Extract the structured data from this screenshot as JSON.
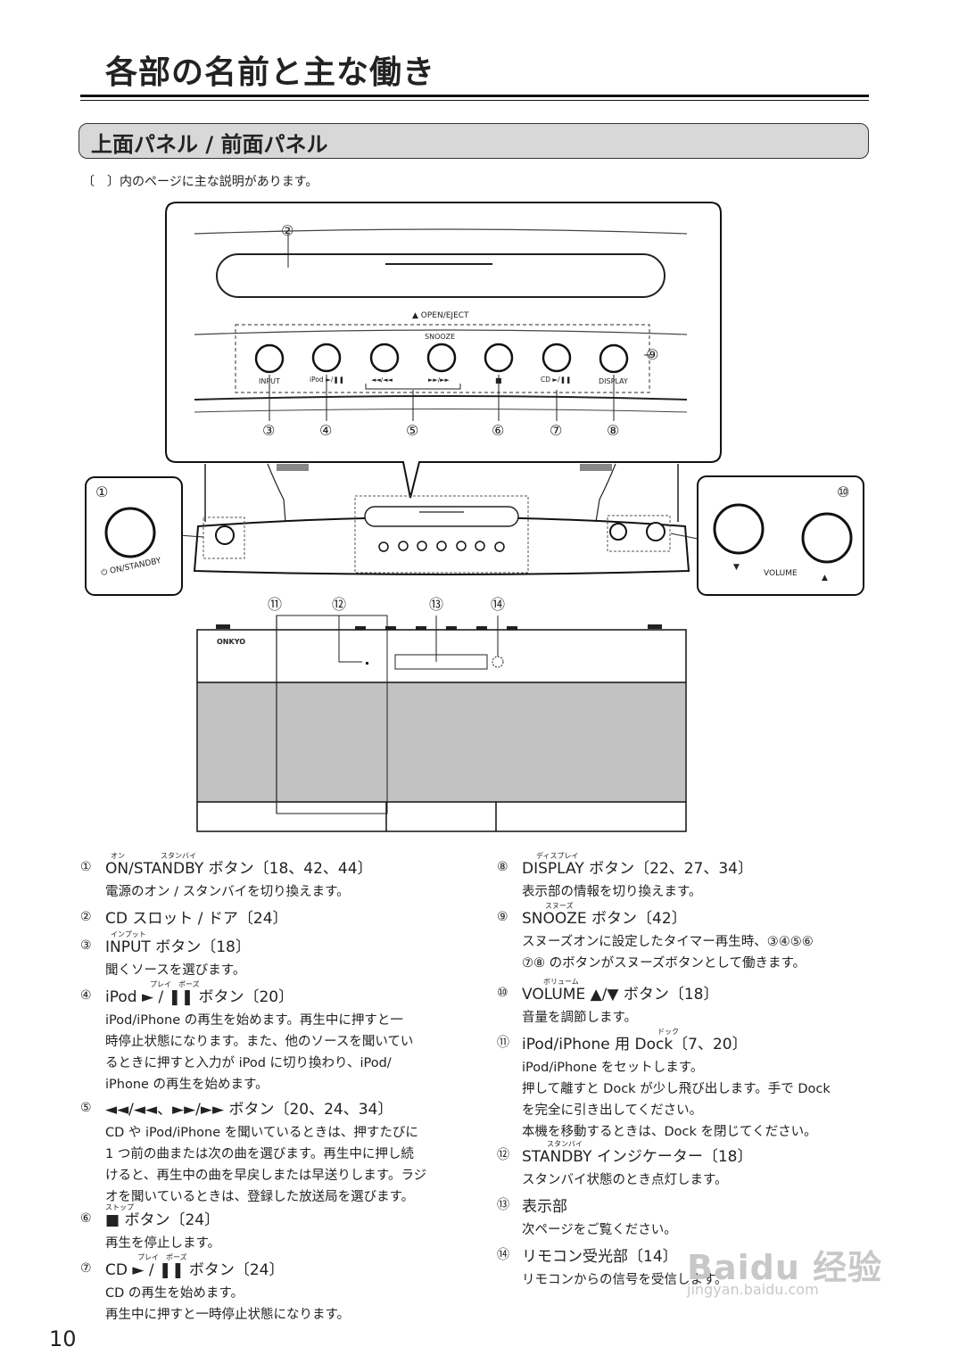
{
  "page_title": "各部の名前と主な働き",
  "section_title": "上面パネル / 前面パネル",
  "intro": "〔　〕内のページに主な説明があります。",
  "diagram": {
    "open_eject": "▲ OPEN/EJECT",
    "snooze": "SNOOZE",
    "buttons": [
      "INPUT",
      "iPod ►/❚❚",
      "◄◄/◄◄",
      "►►/►►",
      "■",
      "CD ►/❚❚",
      "DISPLAY"
    ],
    "on_standby": "⏻ ON/STANDBY",
    "volume": "VOLUME",
    "vol_down": "▼",
    "vol_up": "▲",
    "brand": "ONKYO",
    "callouts": [
      "①",
      "②",
      "③",
      "④",
      "⑤",
      "⑥",
      "⑦",
      "⑧",
      "⑨",
      "⑩",
      "⑪",
      "⑫",
      "⑬",
      "⑭"
    ]
  },
  "items": [
    {
      "num": "①",
      "ruby": "オン　　　　　スタンバイ",
      "head": "ON/STANDBY ボタン〔18、42、44〕",
      "desc": [
        "電源のオン / スタンバイを切り換えます。"
      ]
    },
    {
      "num": "②",
      "head": "CD スロット / ドア〔24〕",
      "desc": []
    },
    {
      "num": "③",
      "ruby": "インプット",
      "head": "INPUT ボタン〔18〕",
      "desc": [
        "聞くソースを選びます。"
      ]
    },
    {
      "num": "④",
      "ruby": "プレイ　ポーズ",
      "head": "iPod  ► / ❚❚  ボタン〔20〕",
      "desc": [
        "iPod/iPhone の再生を始めます。再生中に押すと一",
        "時停止状態になります。また、他のソースを聞いてい",
        "るときに押すと入力が iPod に切り換わり、iPod/",
        "iPhone の再生を始めます。"
      ]
    },
    {
      "num": "⑤",
      "head": "◄◄/◄◄、►►/►► ボタン〔20、24、34〕",
      "desc": [
        "CD や iPod/iPhone を聞いているときは、押すたびに",
        "1 つ前の曲または次の曲を選びます。再生中に押し続",
        "けると、再生中の曲を早戻しまたは早送りします。ラジ",
        "オを聞いているときは、登録した放送局を選びます。"
      ]
    },
    {
      "num": "⑥",
      "ruby": "ストップ",
      "head": "■  ボタン〔24〕",
      "desc": [
        "再生を停止します。"
      ]
    },
    {
      "num": "⑦",
      "ruby": "プレイ　ポーズ",
      "head": "CD  ► / ❚❚  ボタン〔24〕",
      "desc": [
        "CD の再生を始めます。",
        "再生中に押すと一時停止状態になります。"
      ]
    },
    {
      "num": "⑧",
      "ruby": "ディスプレイ",
      "head": "DISPLAY ボタン〔22、27、34〕",
      "desc": [
        "表示部の情報を切り換えます。"
      ]
    },
    {
      "num": "⑨",
      "ruby": "スヌーズ",
      "head": "SNOOZE ボタン〔42〕",
      "desc": [
        "スヌーズオンに設定したタイマー再生時、③④⑤⑥",
        "⑦⑧ のボタンがスヌーズボタンとして働きます。"
      ]
    },
    {
      "num": "⑩",
      "ruby": "ボリューム",
      "head": "VOLUME ▲/▼ ボタン〔18〕",
      "desc": [
        "音量を調節します。"
      ]
    },
    {
      "num": "⑪",
      "ruby": "ドック",
      "head": "iPod/iPhone 用 Dock〔7、20〕",
      "desc": [
        "iPod/iPhone をセットします。",
        "押して離すと Dock が少し飛び出します。手で Dock",
        "を完全に引き出してください。",
        "本機を移動するときは、Dock を閉じてください。"
      ]
    },
    {
      "num": "⑫",
      "ruby": "スタンバイ",
      "head": "STANDBY インジケーター〔18〕",
      "desc": [
        "スタンバイ状態のとき点灯します。"
      ]
    },
    {
      "num": "⑬",
      "head": "表示部",
      "desc": [
        "次ページをご覧ください。"
      ]
    },
    {
      "num": "⑭",
      "head": "リモコン受光部〔14〕",
      "desc": [
        "リモコンからの信号を受信します。"
      ]
    }
  ],
  "page_number": "10",
  "watermark": {
    "logo": "Baidu 经验",
    "url": "jingyan.baidu.com"
  }
}
